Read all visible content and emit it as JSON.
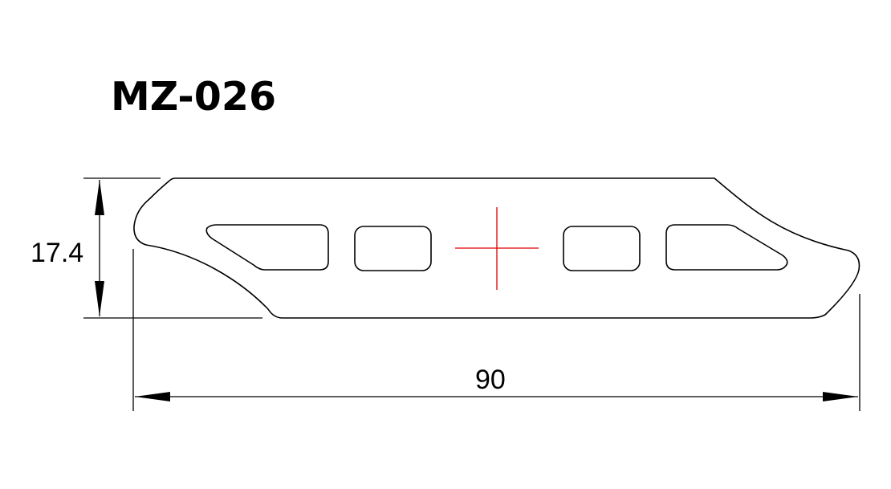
{
  "title": "MZ-026",
  "dimensions": {
    "height_label": "17.4",
    "width_label": "90"
  },
  "colors": {
    "outline": "#000000",
    "centerline": "#e00000"
  }
}
